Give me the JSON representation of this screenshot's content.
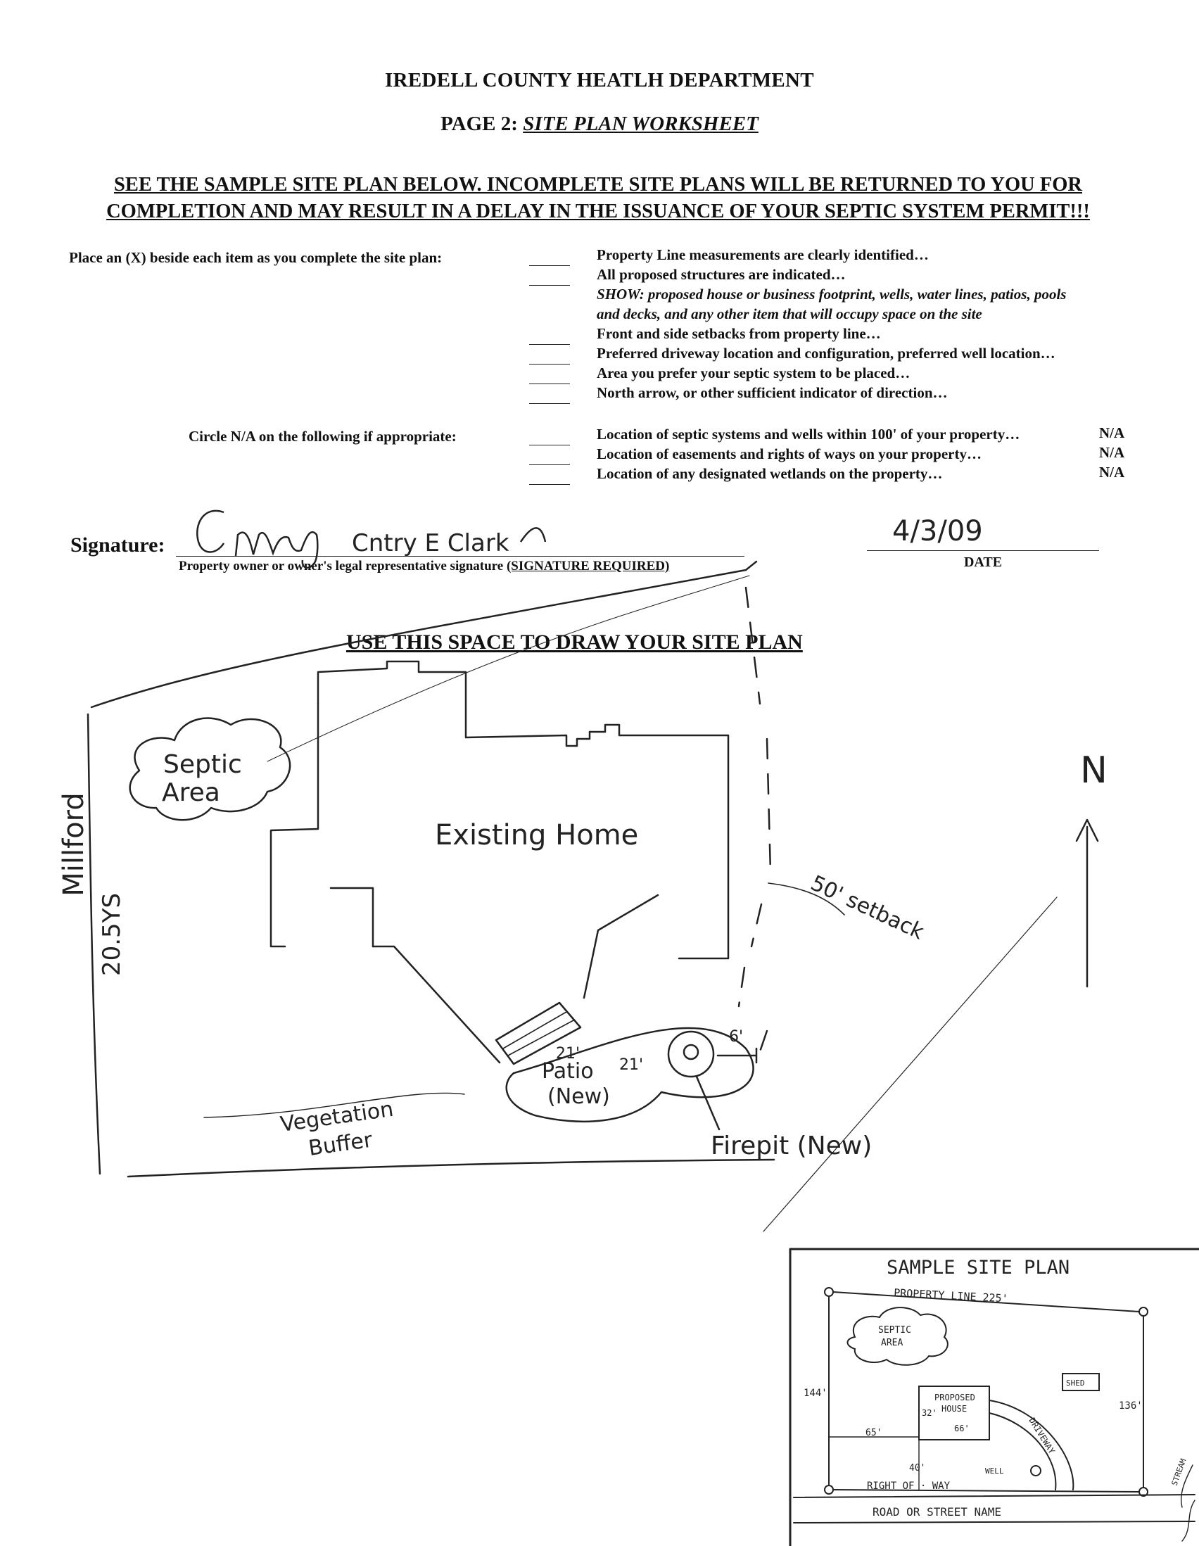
{
  "header": {
    "title": "IREDELL COUNTY HEATLH DEPARTMENT",
    "page_label": "PAGE 2:",
    "page_subtitle": "SITE PLAN WORKSHEET"
  },
  "warning": {
    "line1": "SEE THE SAMPLE SITE PLAN BELOW.  INCOMPLETE SITE PLANS WILL BE RETURNED TO YOU FOR",
    "line2": "COMPLETION AND MAY RESULT IN A DELAY IN THE ISSUANCE OF YOUR SEPTIC SYSTEM PERMIT!!!"
  },
  "checklist": {
    "instruction": "Place an (X) beside each item as you complete the site plan:",
    "items": [
      "Property Line measurements are clearly identified…",
      "All proposed structures are indicated…",
      "SHOW: proposed house or business footprint, wells, water lines, patios, pools",
      "and decks, and any other item that will occupy space on the site",
      "Front and side setbacks from property line…",
      "Preferred driveway location and configuration, preferred well location…",
      "Area you prefer your septic system to be placed…",
      "North arrow, or other sufficient indicator of direction…"
    ]
  },
  "na_section": {
    "instruction": "Circle N/A on the following if appropriate:",
    "items": [
      {
        "text": "Location of septic systems and wells within 100' of your property…",
        "na": "N/A"
      },
      {
        "text": "Location of easements and rights of ways on your property…",
        "na": "N/A"
      },
      {
        "text": "Location of any designated wetlands on the property…",
        "na": "N/A"
      }
    ]
  },
  "signature": {
    "label": "Signature:",
    "handwritten": "Cntry E Clark",
    "caption": "Property owner or owner's legal representative signature",
    "required": "(SIGNATURE REQUIRED)",
    "date_value": "4/3/09",
    "date_label": "DATE"
  },
  "draw_space": {
    "title": "USE THIS SPACE TO DRAW YOUR SITE PLAN",
    "labels": {
      "septic": [
        "Septic",
        "Area"
      ],
      "existing_home": "Existing Home",
      "road": "Millford",
      "road_distance": "20.5YS",
      "setback": "50' setback",
      "patio": [
        "Patio",
        "(New)"
      ],
      "patio_dim_a": "21'",
      "patio_dim_b": "21'",
      "firepit_dim": "6'",
      "firepit": "Firepit (New)",
      "buffer": [
        "Vegetation",
        "Buffer"
      ],
      "north": "N"
    }
  },
  "sample_plan": {
    "title": "SAMPLE SITE PLAN",
    "property_line": "PROPERTY LINE  225'",
    "septic": [
      "SEPTIC",
      "AREA"
    ],
    "shed": "SHED",
    "house": [
      "PROPOSED",
      "HOUSE"
    ],
    "house_depth": "32'",
    "house_width": "66'",
    "left_side": "144'",
    "right_side": "136'",
    "left_setback": "65'",
    "front_setback": "40'",
    "well": "WELL",
    "driveway": "DRIVEWAY",
    "right_of_way": "RIGHT   OF · WAY",
    "road": "ROAD  OR  STREET  NAME",
    "stream": "STREAM"
  }
}
